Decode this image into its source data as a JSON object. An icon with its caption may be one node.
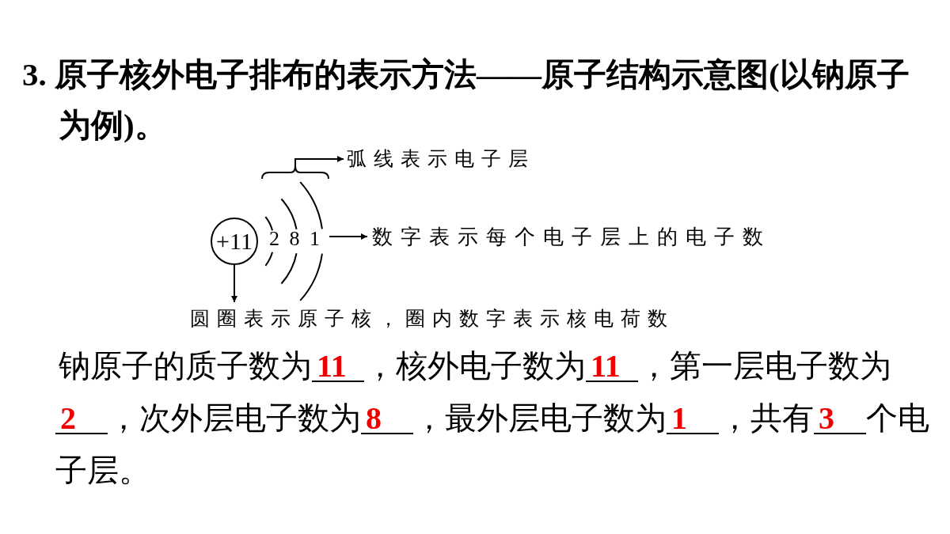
{
  "diagram": {
    "title": "3. 原子核外电子排布的表示方法——原子结构示意图(以钠原子为例)。",
    "nodes": [
      {
        "text": [
          "+11"
        ]
      },
      {
        "text": [
          "圆圈表示原子核，圈内数字表示核电荷数"
        ]
      },
      {
        "text": [
          "2 8 1"
        ]
      },
      {
        "text": [
          "数字表示每个电子层上的电子数"
        ]
      },
      {
        "text": [],
        "shape": "bracket"
      },
      {
        "text": [
          "弧线表示电子层"
        ]
      }
    ],
    "edges": [
      {
        "from": 0,
        "to": 1,
        "arrow": "to"
      },
      {
        "from": 2,
        "to": 3,
        "arrow": "to"
      },
      {
        "from": 4,
        "to": 5,
        "arrow": "to"
      }
    ],
    "labels": [
      "钠原子的质子数为**11**，核外电子数为**11**，第一层电子数为**2**，次外层电子数为**8**，最外层电子数为**1**，共有**3**个电子层。"
    ]
  }
}
